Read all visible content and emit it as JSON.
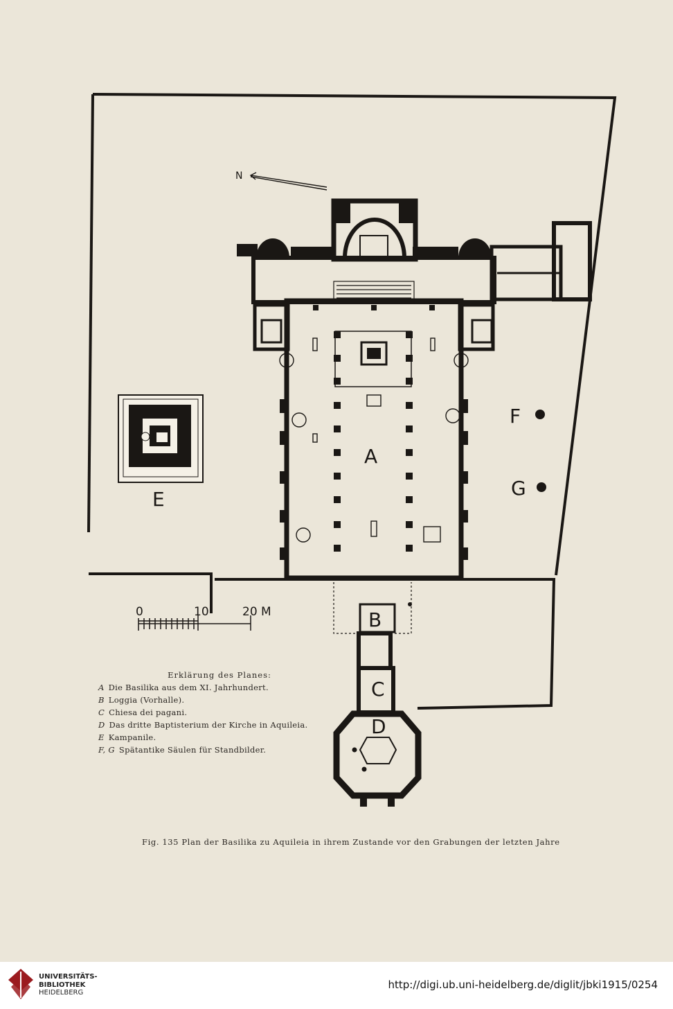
{
  "plan": {
    "compass_label": "N",
    "scale_labels": [
      "0",
      "10",
      "20 M"
    ],
    "area_labels": {
      "A": "A",
      "B": "B",
      "C": "C",
      "D": "D",
      "E": "E",
      "F": "F",
      "G": "G"
    }
  },
  "legend": {
    "title": "Erklärung des Planes:",
    "items": [
      {
        "key": "A",
        "text": "Die Basilika aus dem XI. Jahrhundert."
      },
      {
        "key": "B",
        "text": "Loggia (Vorhalle)."
      },
      {
        "key": "C",
        "text": "Chiesa dei pagani."
      },
      {
        "key": "D",
        "text": "Das dritte Baptisterium der Kirche in Aquileia."
      },
      {
        "key": "E",
        "text": "Kampanile."
      },
      {
        "key": "F, G",
        "text": "Spätantike Säulen für Standbilder."
      }
    ]
  },
  "caption": "Fig. 135   Plan der Basilika zu Aquileia in ihrem Zustande vor den Grabungen der letzten Jahre",
  "footer": {
    "library_line1": "UNIVERSITÄTS-",
    "library_line2": "BIBLIOTHEK",
    "library_line3": "HEIDELBERG",
    "url": "http://digi.ub.uni-heidelberg.de/diglit/jbki1915/0254"
  }
}
